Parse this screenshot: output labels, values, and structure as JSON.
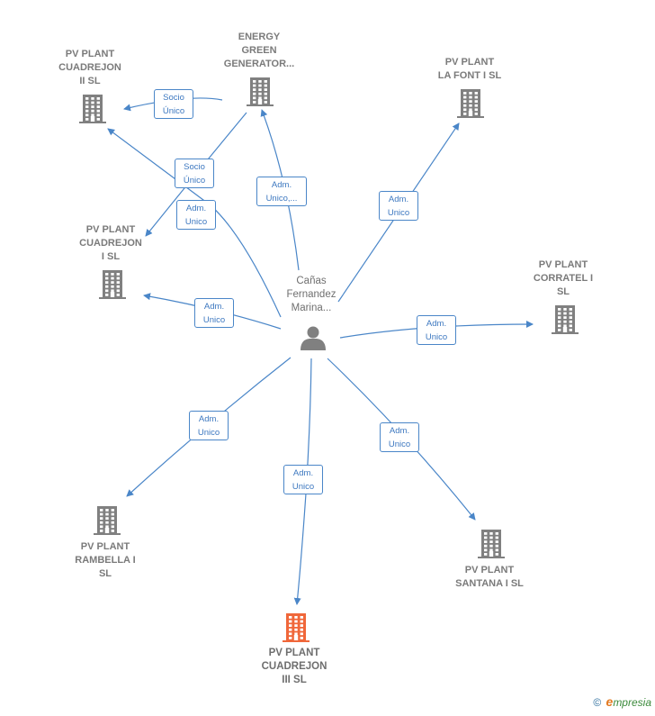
{
  "colors": {
    "edge": "#4a86c8",
    "building": "#808080",
    "building_highlight": "#f0673a",
    "person": "#808080"
  },
  "center": {
    "id": "person",
    "label": "Cañas\nFernandez\nMarina...",
    "icon": "person-icon"
  },
  "nodes": [
    {
      "id": "energy",
      "label": "ENERGY\nGREEN\nGENERATOR...",
      "icon": "building-icon",
      "highlight": false
    },
    {
      "id": "cuadrejon2",
      "label": "PV PLANT\nCUADREJON\nII  SL",
      "icon": "building-icon",
      "highlight": false
    },
    {
      "id": "lafont",
      "label": "PV PLANT\nLA FONT I  SL",
      "icon": "building-icon",
      "highlight": false
    },
    {
      "id": "cuadrejon1",
      "label": "PV PLANT\nCUADREJON\nI  SL",
      "icon": "building-icon",
      "highlight": false
    },
    {
      "id": "corratel",
      "label": "PV PLANT\nCORRATEL I\nSL",
      "icon": "building-icon",
      "highlight": false
    },
    {
      "id": "rambella",
      "label": "PV PLANT\nRAMBELLA I\nSL",
      "icon": "building-icon",
      "highlight": false
    },
    {
      "id": "santana",
      "label": "PV PLANT\nSANTANA I  SL",
      "icon": "building-icon",
      "highlight": false
    },
    {
      "id": "cuadrejon3",
      "label": "PV PLANT\nCUADREJON\nIII  SL",
      "icon": "building-icon",
      "highlight": true
    }
  ],
  "edges": [
    {
      "from": "energy",
      "to": "cuadrejon2",
      "label": "Socio\nÚnico"
    },
    {
      "from": "energy",
      "to": "cuadrejon1",
      "label": "Socio\nÚnico"
    },
    {
      "from": "person",
      "to": "energy",
      "label": "Adm.\nUnico,..."
    },
    {
      "from": "person",
      "to": "cuadrejon2",
      "label": "Adm.\nUnico"
    },
    {
      "from": "person",
      "to": "lafont",
      "label": "Adm.\nUnico"
    },
    {
      "from": "person",
      "to": "cuadrejon1",
      "label": "Adm.\nUnico"
    },
    {
      "from": "person",
      "to": "corratel",
      "label": "Adm.\nUnico"
    },
    {
      "from": "person",
      "to": "rambella",
      "label": "Adm.\nUnico"
    },
    {
      "from": "person",
      "to": "santana",
      "label": "Adm.\nUnico"
    },
    {
      "from": "person",
      "to": "cuadrejon3",
      "label": "Adm.\nUnico"
    }
  ],
  "footer": {
    "copyright_symbol": "©",
    "brand_initial": "e",
    "brand_rest": "mpresia"
  }
}
